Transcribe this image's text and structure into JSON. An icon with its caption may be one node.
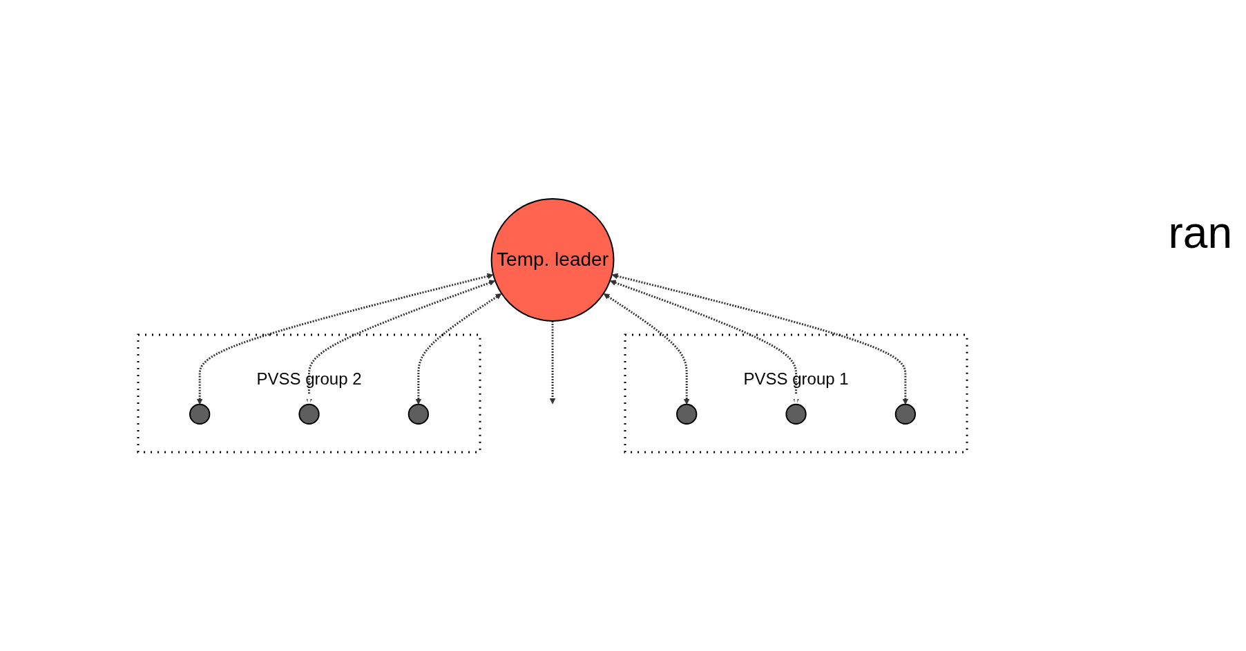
{
  "diagram": {
    "nodes": [
      {
        "text": [
          "Temp. leader"
        ]
      },
      {
        "text": [
          "PVSS group 1"
        ]
      },
      {
        "text": [],
        "shape": "circle",
        "in": 1
      },
      {
        "text": [],
        "shape": "circle",
        "in": 1
      },
      {
        "text": [],
        "shape": "circle",
        "in": 1
      },
      {
        "text": [
          "PVSS group 2"
        ]
      },
      {
        "text": [],
        "shape": "circle",
        "in": 5
      },
      {
        "text": [],
        "shape": "circle",
        "in": 5
      },
      {
        "text": [],
        "shape": "circle",
        "in": 5
      }
    ],
    "edges": [
      {
        "from": 0,
        "to": 2,
        "arrow": "both",
        "style": "dashed"
      },
      {
        "from": 0,
        "to": 3,
        "arrow": "both",
        "style": "dashed"
      },
      {
        "from": 0,
        "to": 4,
        "arrow": "both",
        "style": "dashed"
      },
      {
        "from": 0,
        "to": 6,
        "arrow": "both",
        "style": "dashed"
      },
      {
        "from": 0,
        "to": 7,
        "arrow": "both",
        "style": "dashed"
      },
      {
        "from": 0,
        "to": 8,
        "arrow": "both",
        "style": "dashed"
      },
      {
        "from": 0,
        "to": null,
        "arrow": "to",
        "style": "dashed"
      }
    ],
    "labels": [
      "ran"
    ]
  }
}
